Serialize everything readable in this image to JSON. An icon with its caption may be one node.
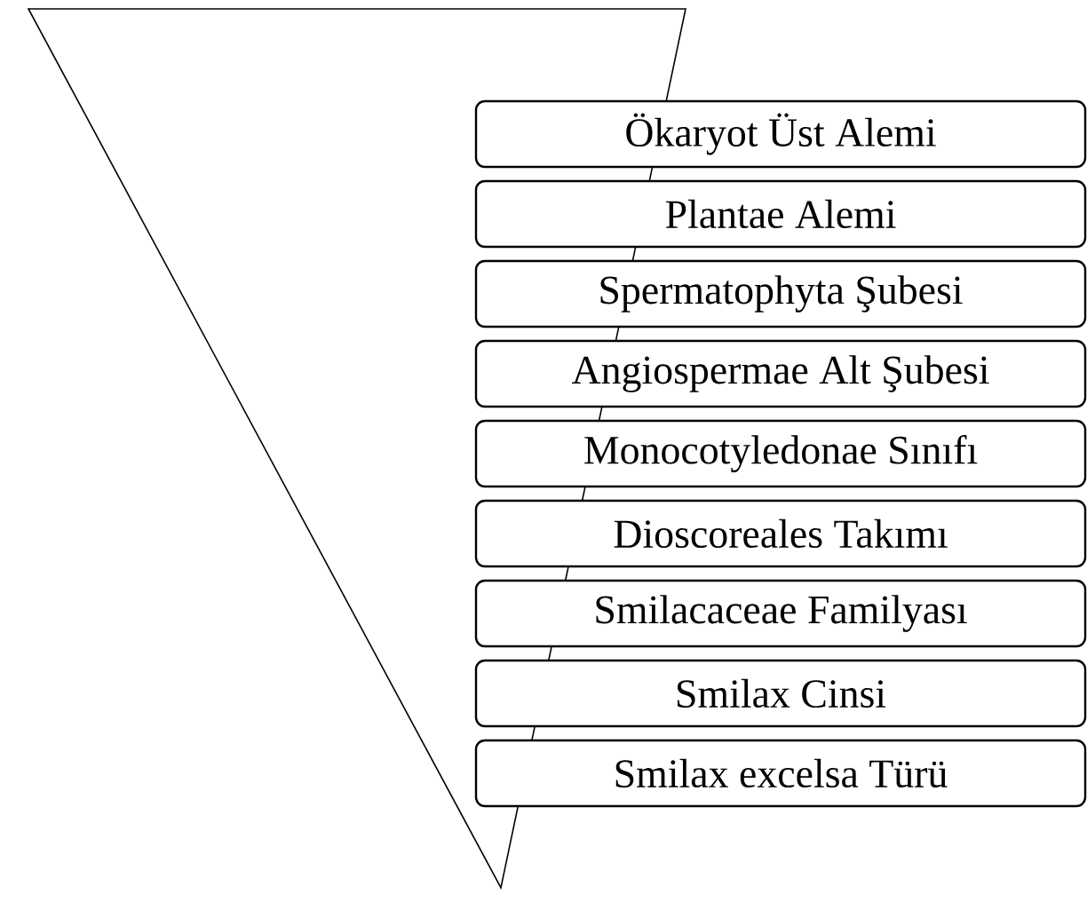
{
  "diagram": {
    "nodes": [
      {
        "text": [
          "Ökaryot Üst Alemi"
        ]
      },
      {
        "text": [
          "Plantae Alemi"
        ]
      },
      {
        "text": [
          "Spermatophyta Şubesi"
        ]
      },
      {
        "text": [
          "Angiospermae Alt Şubesi"
        ]
      },
      {
        "text": [
          "Monocotyledonae Sınıfı"
        ]
      },
      {
        "text": [
          "Dioscoreales Takımı"
        ]
      },
      {
        "text": [
          "Smilacaceae Familyası"
        ]
      },
      {
        "text": [
          "Smilax Cinsi"
        ]
      },
      {
        "text": [
          "Smilax excelsa Türü"
        ]
      }
    ]
  }
}
